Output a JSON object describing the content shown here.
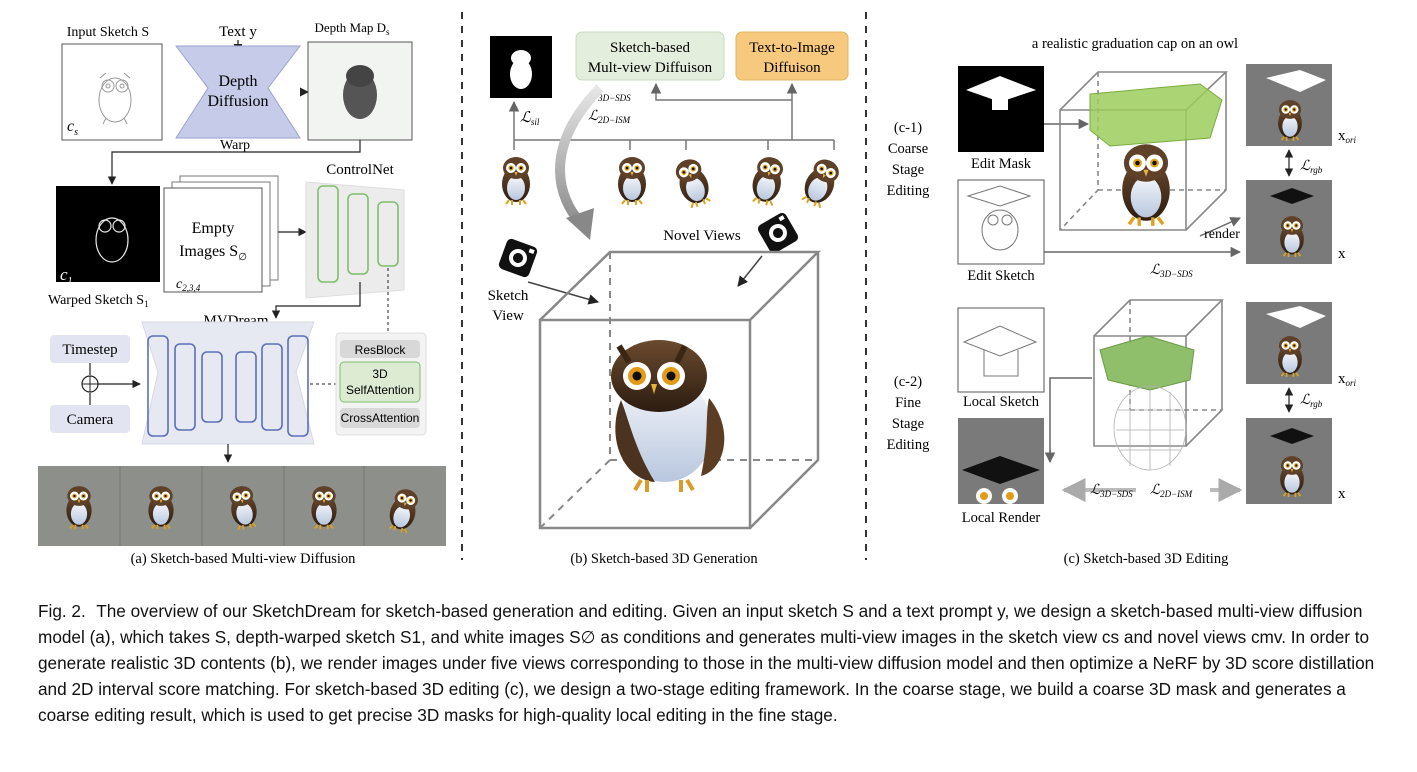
{
  "panel_a": {
    "input_sketch_label": "Input Sketch S",
    "text_label": "Text y",
    "depth_map_label": "Depth Map D",
    "depth_map_sub": "s",
    "depth_diffusion_line1": "Depth",
    "depth_diffusion_line2": "Diffusion",
    "cs_label": "c",
    "cs_sub": "s",
    "warp_label": "Warp",
    "controlnet_label": "ControlNet",
    "c1_label": "c",
    "c1_sub": "1",
    "empty_images_line1": "Empty",
    "empty_images_line2": "Images S",
    "empty_images_sub": "∅",
    "c234_label": "c",
    "c234_sub": "2,3,4",
    "warped_sketch_label": "Warped Sketch S",
    "warped_sketch_sub": "1",
    "mvdream_label": "MVDream",
    "timestep_label": "Timestep",
    "camera_label": "Camera",
    "resblock_label": "ResBlock",
    "selfattn_line1": "3D",
    "selfattn_line2": "SelfAttention",
    "crossattn_label": "CrossAttention",
    "caption": "(a) Sketch-based Multi-view Diffusion"
  },
  "panel_b": {
    "sketch_mv_line1": "Sketch-based",
    "sketch_mv_line2": "Mult-view Diffuison",
    "t2i_line1": "Text-to-Image",
    "t2i_line2": "Diffuison",
    "l_sil": "ℒ",
    "l_sil_sub": "sil",
    "l_3dsds": "ℒ",
    "l_3dsds_sub": "3D−SDS",
    "l_2dism": "ℒ",
    "l_2dism_sub": "2D−ISM",
    "novel_views_label": "Novel Views",
    "sketch_view_line1": "Sketch",
    "sketch_view_line2": "View",
    "caption": "(b) Sketch-based 3D Generation"
  },
  "panel_c": {
    "prompt": "a realistic graduation cap on an owl",
    "coarse_tag": "(c-1)",
    "coarse_line1": "Coarse",
    "coarse_line2": "Stage",
    "coarse_line3": "Editing",
    "edit_mask_label": "Edit Mask",
    "edit_sketch_label": "Edit Sketch",
    "render_label": "render",
    "l_3dsds": "ℒ",
    "l_3dsds_sub": "3D−SDS",
    "x_ori": "x",
    "x_ori_sub": "ori",
    "l_rgb": "ℒ",
    "l_rgb_sub": "rgb",
    "x_label": "x",
    "fine_tag": "(c-2)",
    "fine_line1": "Fine",
    "fine_line2": "Stage",
    "fine_line3": "Editing",
    "local_sketch_label": "Local Sketch",
    "local_render_label": "Local Render",
    "l2_3dsds": "ℒ",
    "l2_3dsds_sub": "3D−SDS",
    "l2_2dism": "ℒ",
    "l2_2dism_sub": "2D−ISM",
    "x_ori2": "x",
    "x_ori2_sub": "ori",
    "l_rgb2": "ℒ",
    "l_rgb2_sub": "rgb",
    "x2_label": "x",
    "caption": "(c) Sketch-based 3D Editing"
  },
  "figure_caption": {
    "lead": "Fig. 2.",
    "text": "The overview of our SketchDream for sketch-based generation and editing. Given an input sketch S and a text prompt y, we design a sketch-based multi-view diffusion model (a), which takes S, depth-warped sketch S1, and white images S∅ as conditions and generates multi-view images in the sketch view cs and novel views cmv. In order to generate realistic 3D contents (b), we render images under five views corresponding to those in the multi-view diffusion model and then optimize a NeRF by 3D score distillation and 2D interval score matching. For sketch-based 3D editing (c), we design a two-stage editing framework. In the coarse stage, we build a coarse 3D mask and generates a coarse editing result, which is used to get precise 3D masks for high-quality local editing in the fine stage."
  },
  "colors": {
    "depth_diffusion": "#c5cbe8",
    "controlnet_green": "#7fbf6a",
    "mv_green_box": "#e3eedc",
    "t2i_orange": "#f7c97e",
    "gray_bg": "#7a7a7a",
    "accent_blue": "#5a6fb8"
  }
}
